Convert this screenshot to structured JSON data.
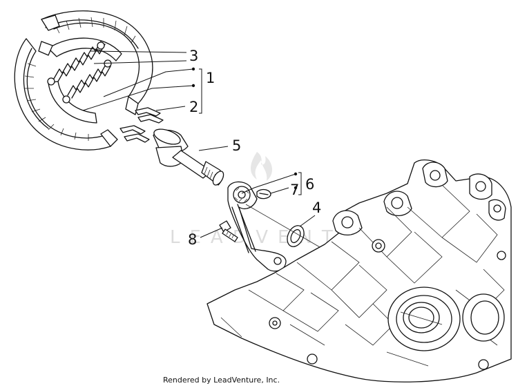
{
  "diagram": {
    "callouts": {
      "c1": "1",
      "c2": "2",
      "c3": "3",
      "c4": "4",
      "c5": "5",
      "c6": "6",
      "c7": "7",
      "c8": "8"
    },
    "watermark": "LEADVENTURE",
    "credit": "Rendered by LeadVenture, Inc."
  }
}
